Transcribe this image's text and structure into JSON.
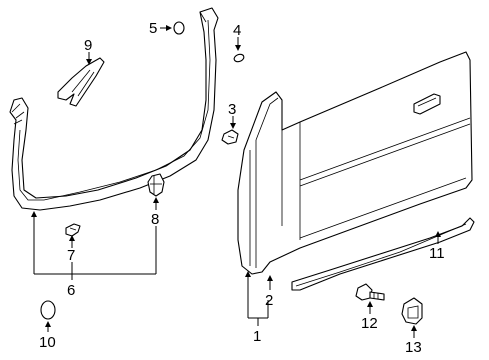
{
  "callouts": [
    "1",
    "2",
    "3",
    "4",
    "5",
    "6",
    "7",
    "8",
    "9",
    "10",
    "11",
    "12",
    "13"
  ]
}
